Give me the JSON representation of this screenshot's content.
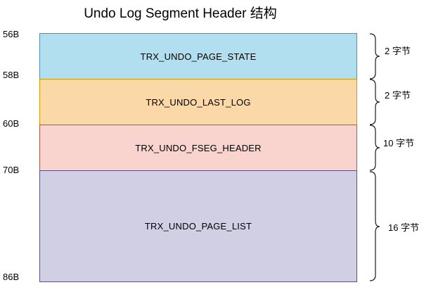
{
  "title": "Undo Log Segment Header 结构",
  "segments": [
    {
      "label": "TRX_UNDO_PAGE_STATE",
      "fill": "#b1dff0",
      "border": "#4f8fb6"
    },
    {
      "label": "TRX_UNDO_LAST_LOG",
      "fill": "#fad8a8",
      "border": "#d79b00"
    },
    {
      "label": "TRX_UNDO_FSEG_HEADER",
      "fill": "#f9d4ce",
      "border": "#b85450"
    },
    {
      "label": "TRX_UNDO_PAGE_LIST",
      "fill": "#d0cfe3",
      "border": "#56517e"
    }
  ],
  "offsets": [
    "56B",
    "58B",
    "60B",
    "70B",
    "86B"
  ],
  "sizes": [
    "2 字节",
    "2 字节",
    "10 字节",
    "16 字节"
  ]
}
